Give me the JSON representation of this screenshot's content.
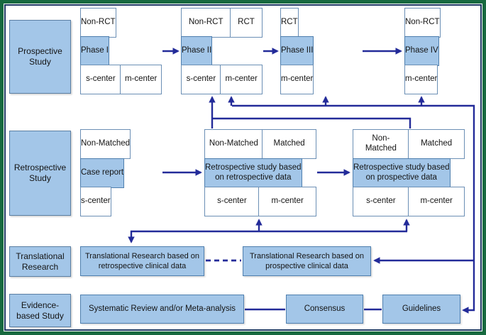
{
  "frame": {
    "background": "#ffffff",
    "outer_border_color": "#17693f",
    "inner_border_color": "#1f3864",
    "arrow_color": "#232b99",
    "box_fill": "#a3c6e8",
    "box_border": "#4f7fae",
    "cell_border": "#6b8fb5"
  },
  "row_labels": [
    {
      "label": "Prospective Study"
    },
    {
      "label": "Retrospective Study"
    },
    {
      "label": "Translational Research"
    },
    {
      "label": "Evidence-based Study"
    }
  ],
  "prospective": {
    "phases": [
      {
        "top": [
          "Non-RCT"
        ],
        "mid": "Phase I",
        "bottom": [
          "s-center",
          "m-center"
        ]
      },
      {
        "top": [
          "Non-RCT",
          "RCT"
        ],
        "mid": "Phase II",
        "bottom": [
          "s-center",
          "m-center"
        ]
      },
      {
        "top": [
          "RCT"
        ],
        "mid": "Phase III",
        "bottom": [
          "m-center"
        ]
      },
      {
        "top": [
          "Non-RCT"
        ],
        "mid": "Phase IV",
        "bottom": [
          "m-center"
        ]
      }
    ]
  },
  "retrospective": {
    "boxes": [
      {
        "top": [
          "Non-Matched"
        ],
        "mid": "Case report",
        "bottom": [
          "s-center"
        ]
      },
      {
        "top": [
          "Non-Matched",
          "Matched"
        ],
        "mid": "Retrospective study based\non retrospective data",
        "bottom": [
          "s-center",
          "m-center"
        ]
      },
      {
        "top": [
          "Non-\nMatched",
          "Matched"
        ],
        "mid": "Retrospective study based\non prospective data",
        "bottom": [
          "s-center",
          "m-center"
        ]
      }
    ]
  },
  "translational": {
    "boxes": [
      {
        "label": "Translational Research based on\nretrospective clinical data"
      },
      {
        "label": "Translational Research based on\nprospective clinical data"
      }
    ]
  },
  "evidence": {
    "boxes": [
      {
        "label": "Systematic Review and/or Meta-analysis"
      },
      {
        "label": "Consensus"
      },
      {
        "label": "Guidelines"
      }
    ]
  }
}
